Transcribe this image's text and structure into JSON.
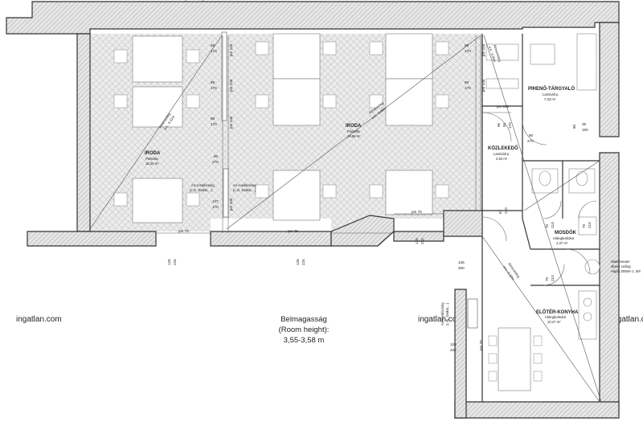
{
  "watermark": "ingatlan.com",
  "height_note": {
    "line1": "Belmagasság",
    "line2": "(Room height):",
    "line3": "3,55-3,58 m"
  },
  "rooms": [
    {
      "name": "IRODA",
      "floor": "Parketta",
      "area": "16,34 m²"
    },
    {
      "name": "IRODA",
      "floor": "Parketta",
      "area": "29,86 m²"
    },
    {
      "name": "PIHENŐ-TÁRGYALÓ",
      "floor": "Laminált p.",
      "area": "7,33 m²"
    },
    {
      "name": "KÖZLEKEDŐ",
      "floor": "Laminált p.",
      "area": "2,63 m²"
    },
    {
      "name": "MOSDÓK",
      "floor": "Hidegburkolat",
      "area": "4,37 m²"
    },
    {
      "name": "ELŐTÉR-KONYHA",
      "floor": "Hidegburkolat",
      "area": "10,27 m²"
    }
  ],
  "equipment": {
    "ac_label": "Air conditioning",
    "ac_sub": "(L.G. Daikin,...)",
    "water_heater_1": "WaterHeater",
    "water_heater_2": "above ceiling:",
    "water_heater_3": "Hajdu Z50EK-1, 50l"
  },
  "diagonals": {
    "d1": "Átmenetileg",
    "d1b": "a.k.: 5,32m",
    "d2": "Átmenetileg",
    "d2b": "a.k.: 5,80m",
    "d3": "Átmenetileg",
    "d3b": "a.k.: 3,55m",
    "d4": "Átmenetileg",
    "d4b": "a.k.: 5,32m"
  },
  "dims": {
    "pm75": "pm 75",
    "pm100": "pm 100",
    "d88": "88",
    "d170": "170",
    "d90": "90",
    "d270": "270",
    "d137": "137",
    "d126": "126",
    "d225": "225",
    "d136": "136",
    "d300": "300",
    "d95": "95",
    "d55": "55",
    "d170b": "170",
    "d67": "67",
    "d240": "240",
    "d70": "70",
    "d210": "210",
    "d75": "75",
    "d80": "80",
    "d35": "35",
    "d150": "150"
  }
}
